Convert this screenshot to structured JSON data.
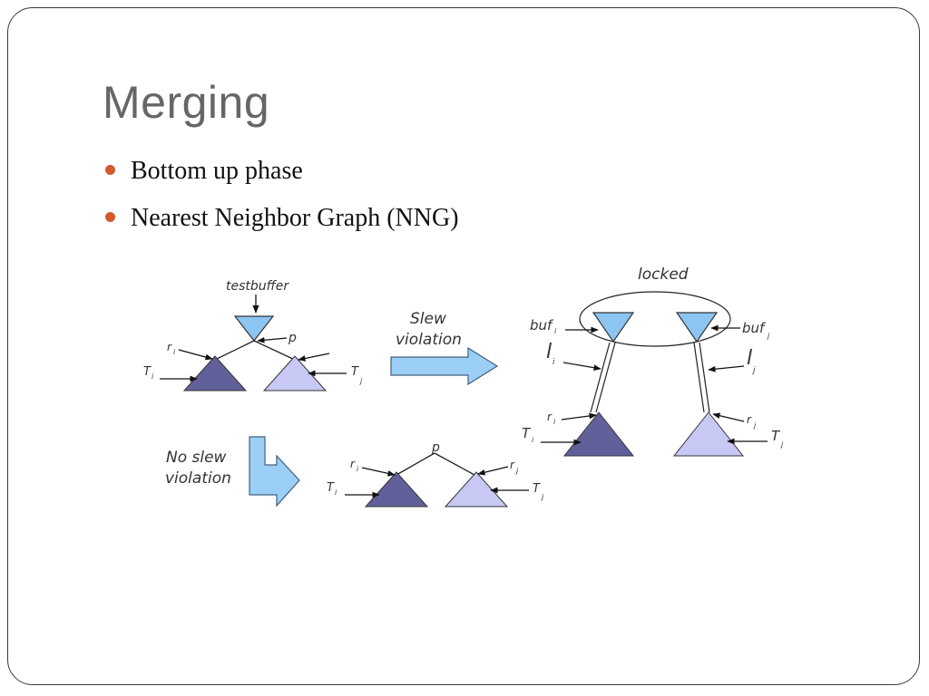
{
  "slide": {
    "title": "Merging",
    "bullets": [
      "Bottom up phase",
      "Nearest Neighbor Graph (NNG)"
    ]
  },
  "diagram": {
    "labels": {
      "testbuffer": "testbuffer",
      "p": "p",
      "r": "r",
      "T": "T",
      "i": "i",
      "j": "j",
      "slew_violation_line1": "Slew",
      "slew_violation_line2": "violation",
      "no_slew_line1": "No slew",
      "no_slew_line2": "violation",
      "locked": "locked",
      "buf": "buf",
      "l": "l"
    },
    "colors": {
      "buffer_fill": "#8cc4f2",
      "subtree_dark": "#62609a",
      "subtree_light": "#c8c8f5",
      "arrow_fill": "#9ccff5",
      "bullet": "#d35a2c"
    }
  }
}
